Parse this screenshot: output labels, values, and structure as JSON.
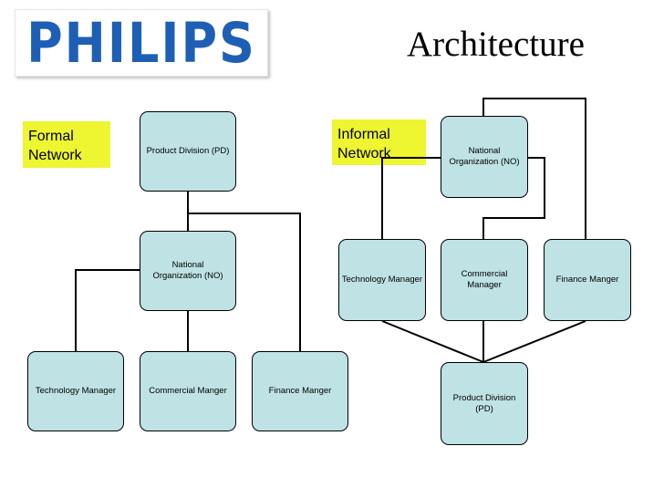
{
  "logo": {
    "text": "PHILIPS"
  },
  "title": "Architecture",
  "formal": {
    "tag": [
      "Formal",
      "Network"
    ],
    "product_division": "Product Division (PD)",
    "national_org": "National\nOrganization (NO)",
    "technology_manager": "Technology Manager",
    "commercial_manager": "Commercial Manger",
    "finance_manager": "Finance Manger"
  },
  "informal": {
    "tag": [
      "Informal",
      "Network"
    ],
    "national_org": "National\nOrganization (NO)",
    "technology_manager": "Technology Manager",
    "commercial_manager": "Commercial Manager",
    "finance_manager": "Finance Manger",
    "product_division": "Product Division (PD)"
  },
  "colors": {
    "box_fill": "#bfe2e4",
    "tag_fill": "#eef531",
    "logo_blue": "#1d5fb5"
  }
}
